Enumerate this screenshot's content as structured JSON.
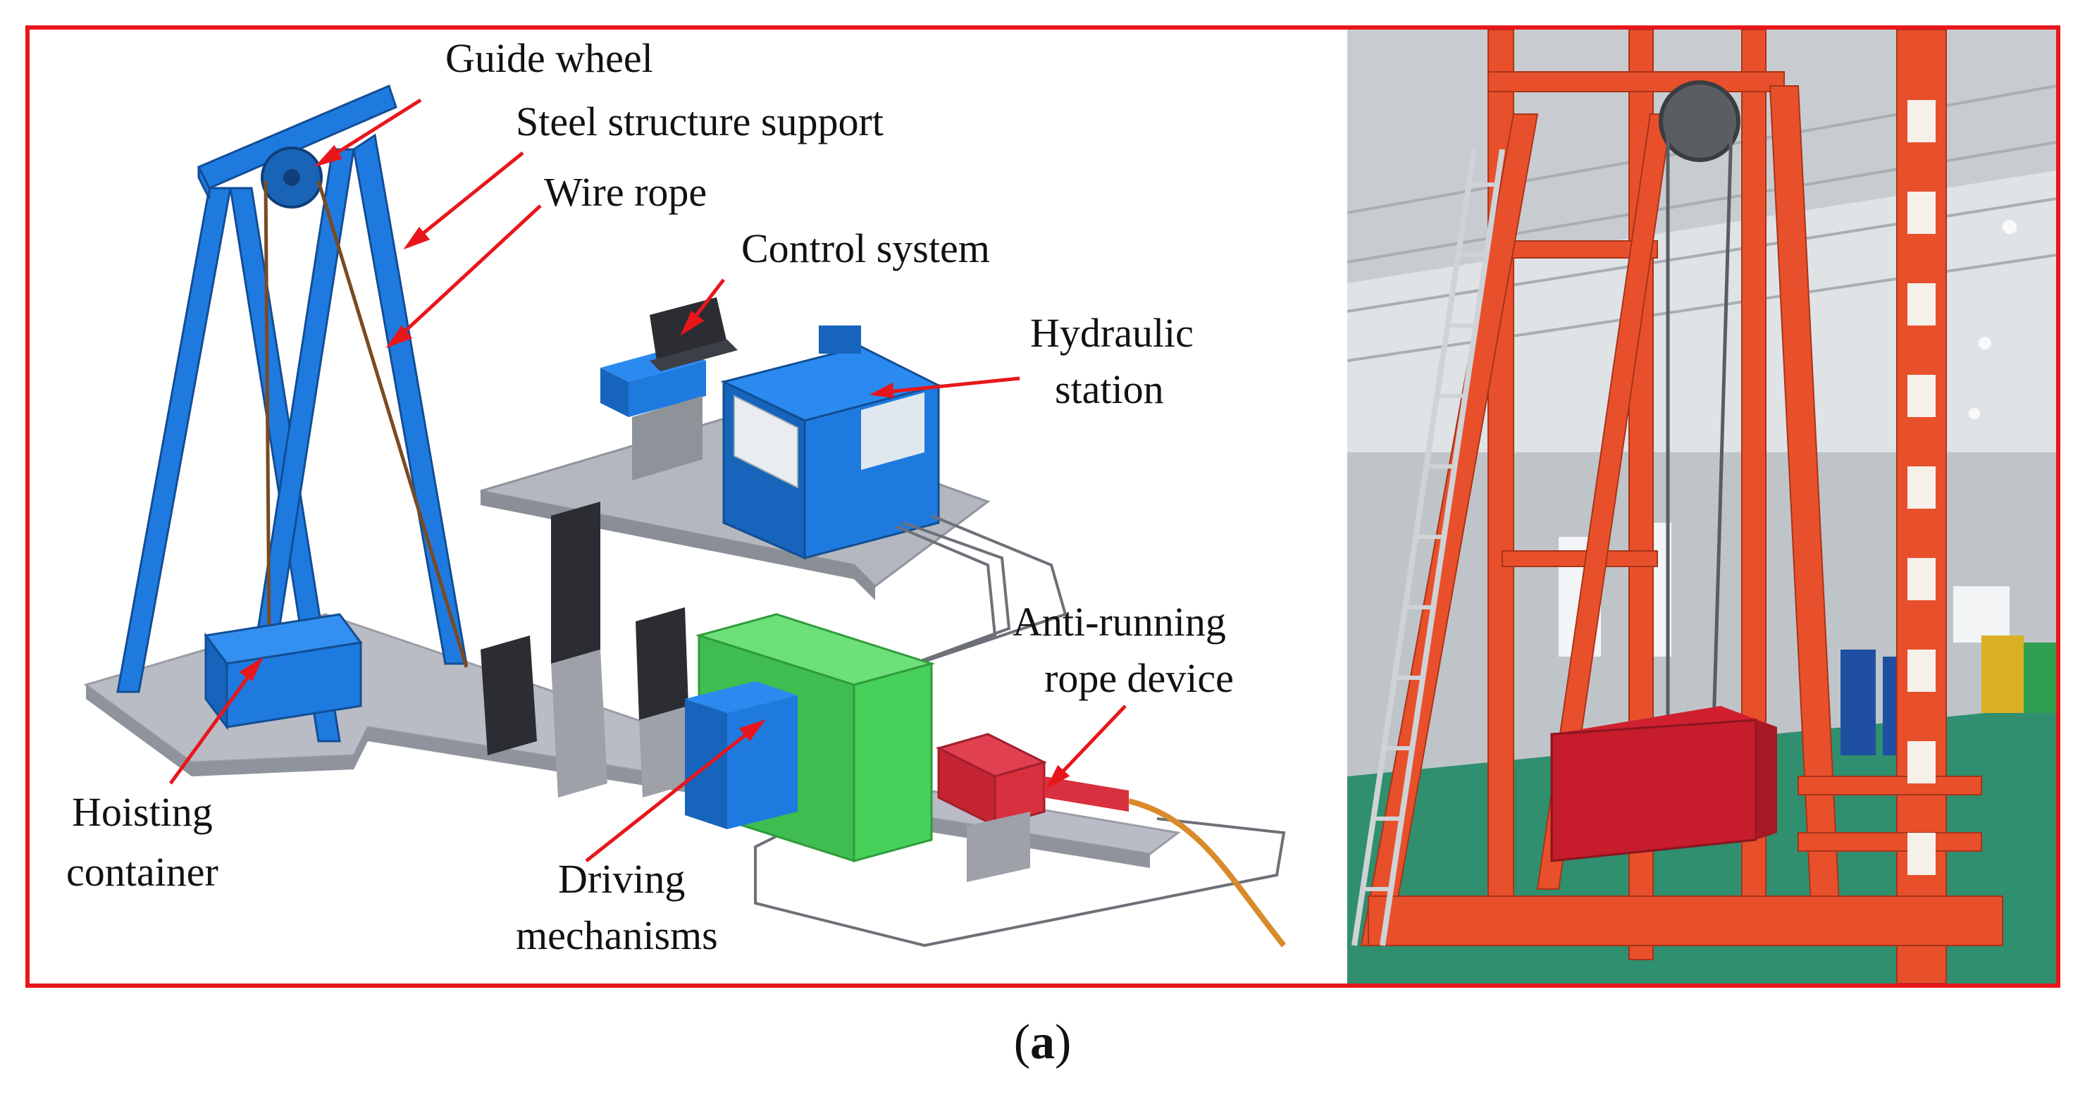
{
  "colors": {
    "border": "#e8161b",
    "cad_blue": "#1f7ae0",
    "cad_green": "#48d15a",
    "cad_gray": "#b9bcc4",
    "cad_dark": "#2b2d33",
    "rig_orange": "#e8502b",
    "arrow": "#e8161b"
  },
  "labels": {
    "guide_wheel": "Guide wheel",
    "steel_support": "Steel structure support",
    "wire_rope": "Wire rope",
    "control_system": "Control system",
    "hydraulic_1": "Hydraulic",
    "hydraulic_2": "station",
    "anti_running_1": "Anti-running",
    "anti_running_2": "rope device",
    "hoisting_1": "Hoisting",
    "hoisting_2": "container",
    "driving_1": "Driving",
    "driving_2": "mechanisms"
  },
  "caption": {
    "open": "(",
    "letter": "a",
    "close": ")"
  }
}
